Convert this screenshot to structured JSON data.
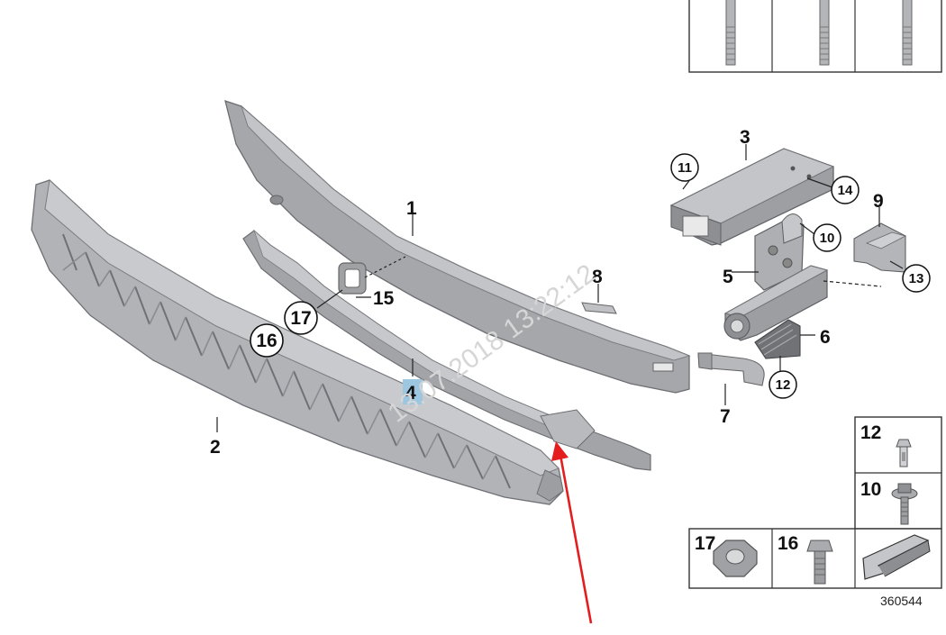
{
  "diagram": {
    "labels": {
      "p1": "1",
      "p2": "2",
      "p3": "3",
      "p4": "4",
      "p5": "5",
      "p6": "6",
      "p7": "7",
      "p8": "8",
      "p9": "9",
      "p15": "15"
    },
    "callouts": {
      "c10": "10",
      "c11": "11",
      "c12": "12",
      "c13": "13",
      "c14": "14",
      "c16": "16",
      "c17": "17"
    },
    "legend": {
      "l12": "12",
      "l10": "10",
      "l17": "17",
      "l16": "16"
    },
    "watermark": "13.07.2018 13:22:12",
    "diagram_number": "360544",
    "colors": {
      "part_fill": "#a7a9ad",
      "part_dark": "#7d7f84",
      "part_light": "#c9cbce",
      "highlight": "#9dc6e0",
      "arrow": "#e41e1e"
    }
  }
}
